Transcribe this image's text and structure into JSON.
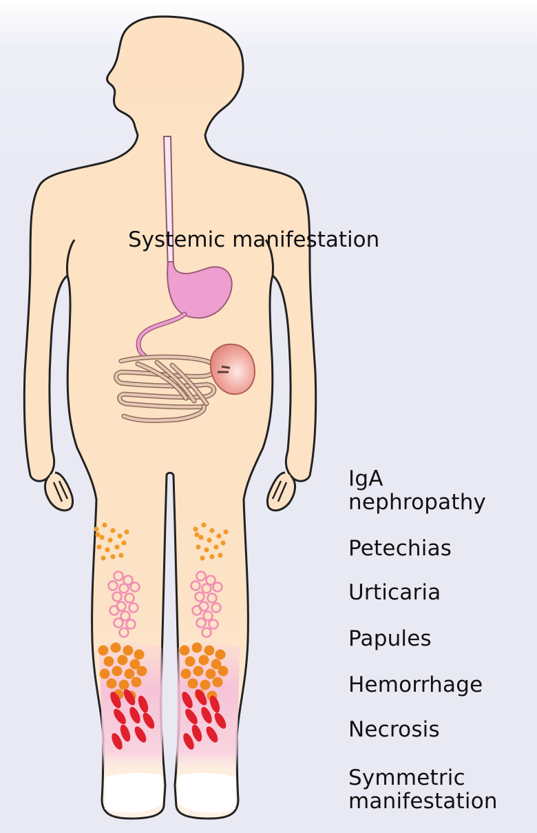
{
  "systemic_label": "Systemic manifestation",
  "legend": [
    {
      "text": "IgA",
      "text2": "nephropathy"
    },
    {
      "text": "Petechias"
    },
    {
      "text": "Urticaria"
    },
    {
      "text": "Papules"
    },
    {
      "text": "Hemorrhage"
    },
    {
      "text": "Necrosis"
    },
    {
      "text": "Symmetric",
      "text2": "manifestation"
    }
  ],
  "colors": {
    "skin": "#fde3c4",
    "outline": "#222222",
    "stomach": "#ee9fcf",
    "intestine": "#e7c6b6",
    "kidney": "#eda39b",
    "petechiae": "#f39a2a",
    "urticaria": "#f08fb3",
    "papules": "#ef8a22",
    "hemorrhage": "#f7c9dd",
    "necrosis": "#e1202d"
  }
}
